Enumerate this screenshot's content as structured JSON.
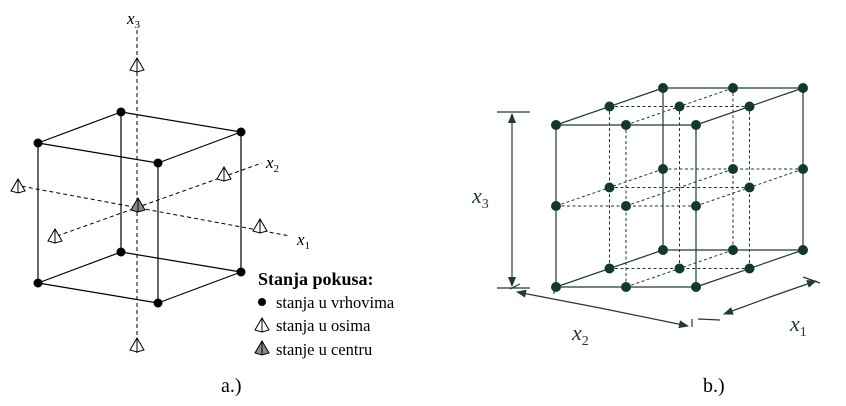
{
  "figure_a": {
    "caption": "a.)",
    "axes": [
      {
        "base": "x",
        "sub": "1"
      },
      {
        "base": "x",
        "sub": "2"
      },
      {
        "base": "x",
        "sub": "3"
      }
    ],
    "legend": {
      "title": "Stanja pokusa:",
      "items": [
        {
          "label": "stanja u vrhovima",
          "icon": "filled-dot-icon"
        },
        {
          "label": "stanja u osima",
          "icon": "open-pyramid-icon"
        },
        {
          "label": "stanje u centru",
          "icon": "gray-pyramid-icon"
        }
      ]
    }
  },
  "figure_b": {
    "caption": "b.)",
    "axes": [
      {
        "base": "x",
        "sub": "1"
      },
      {
        "base": "x",
        "sub": "2"
      },
      {
        "base": "x",
        "sub": "3"
      }
    ]
  },
  "colors": {
    "line": "#000000",
    "point_a": "#000000",
    "point_b": "#123a2a",
    "center_fill": "#8a8a8a"
  }
}
